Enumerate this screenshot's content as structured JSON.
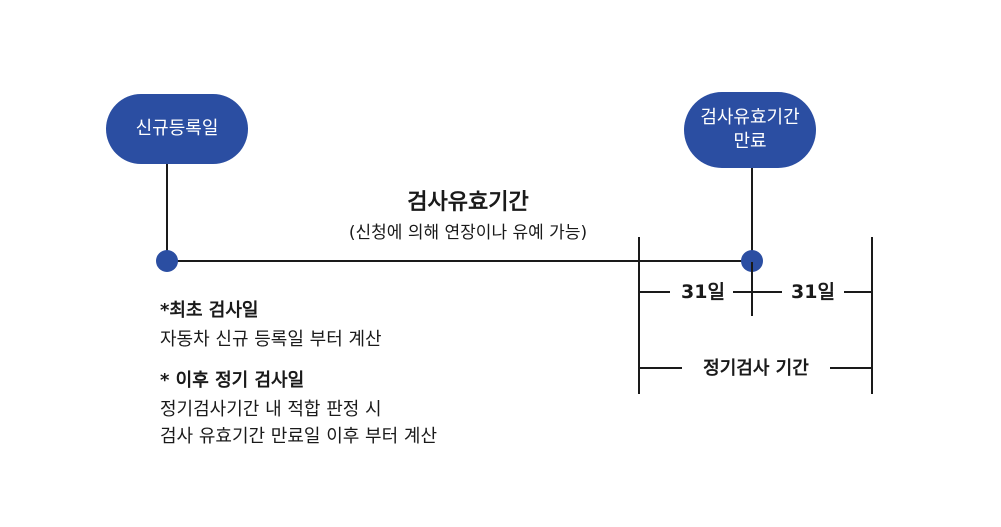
{
  "start_node": {
    "label": "신규등록일"
  },
  "end_node": {
    "label_line1": "검사유효기간",
    "label_line2": "만료"
  },
  "period": {
    "title": "검사유효기간",
    "subtitle": "(신청에 의해 연장이나 유예 가능)"
  },
  "intervals": {
    "before": "31일",
    "after": "31일",
    "regular_period": "정기검사 기간"
  },
  "notes": {
    "first_title": "*최초 검사일",
    "first_body": "자동차 신규 등록일 부터 계산",
    "later_title": "* 이후 정기 검사일",
    "later_body_line1": "정기검사기간 내 적합 판정 시",
    "later_body_line2": "검사 유효기간 만료일 이후 부터 계산"
  },
  "colors": {
    "accent": "#2b4ea2",
    "line": "#1a1a1a"
  }
}
